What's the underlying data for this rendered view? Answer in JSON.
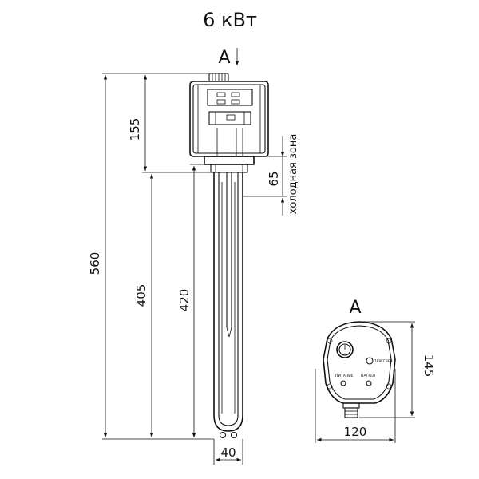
{
  "title": "6 кВт",
  "view_label_top": "A",
  "view_label_side": "A",
  "dimensions": {
    "overall_height": "560",
    "head_height": "155",
    "heater_length_a": "405",
    "heater_length_b": "420",
    "tube_width": "40",
    "cold_zone_length": "65",
    "cold_zone_label": "холодная зона",
    "flange_width": "120",
    "flange_height": "145"
  },
  "panel_labels": {
    "overheat": "ПЕРЕГРЕВ",
    "power": "ПИТАНИЕ",
    "heating": "НАГРЕВ"
  }
}
